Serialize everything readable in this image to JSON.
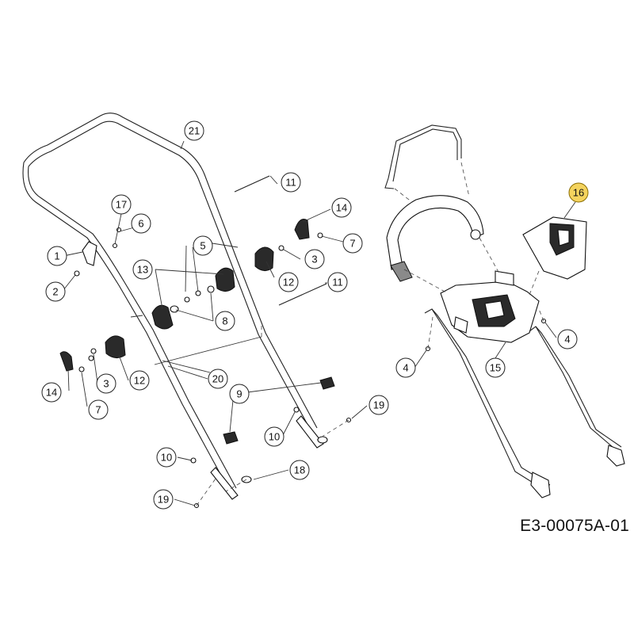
{
  "drawing_code": "E3-00075A-01",
  "highlight_color": "#f4d35e",
  "callouts": {
    "c1": "1",
    "c2": "2",
    "c3a": "3",
    "c3b": "3",
    "c4a": "4",
    "c4b": "4",
    "c5": "5",
    "c6": "6",
    "c7a": "7",
    "c7b": "7",
    "c8": "8",
    "c9": "9",
    "c10a": "10",
    "c10b": "10",
    "c11a": "11",
    "c11b": "11",
    "c12a": "12",
    "c12b": "12",
    "c13": "13",
    "c14a": "14",
    "c14b": "14",
    "c15": "15",
    "c16": "16",
    "c17": "17",
    "c18": "18",
    "c19a": "19",
    "c19b": "19",
    "c20": "20",
    "c21": "21"
  },
  "highlighted_callout": "16"
}
